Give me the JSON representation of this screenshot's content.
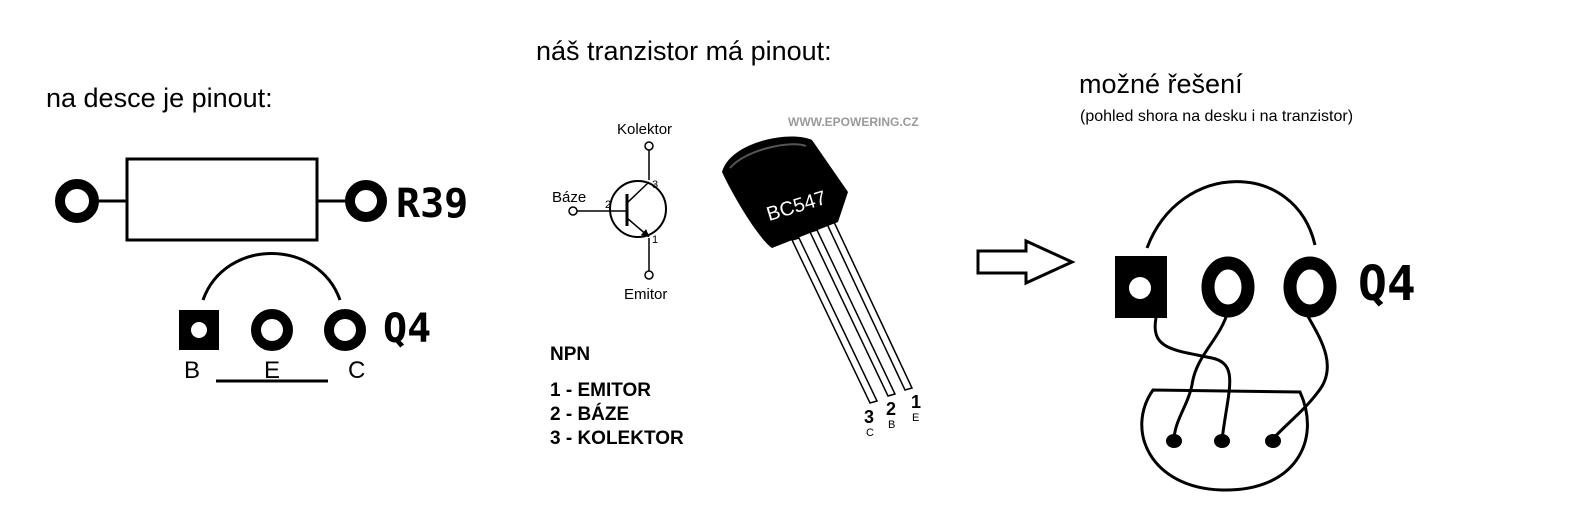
{
  "left": {
    "heading": "na desce je pinout:",
    "resistor_label": "R39",
    "transistor_label": "Q4",
    "pins": [
      "B",
      "E",
      "C"
    ]
  },
  "middle": {
    "heading": "náš tranzistor má pinout:",
    "watermark": "WWW.EPOWERING.CZ",
    "symbol": {
      "collector": "Kolektor",
      "base": "Báze",
      "emitter": "Emitor",
      "pin_collector": "3",
      "pin_base": "2",
      "pin_emitter": "1"
    },
    "package": {
      "part": "BC547",
      "legs": [
        {
          "num": "3",
          "letter": "C"
        },
        {
          "num": "2",
          "letter": "B"
        },
        {
          "num": "1",
          "letter": "E"
        }
      ]
    },
    "legend": {
      "title": "NPN",
      "items": [
        "1 - EMITOR",
        "2 - BÁZE",
        "3 - KOLEKTOR"
      ]
    }
  },
  "right": {
    "heading": "možné řešení",
    "subheading": "(pohled shora na desku i na tranzistor)",
    "transistor_label": "Q4"
  }
}
